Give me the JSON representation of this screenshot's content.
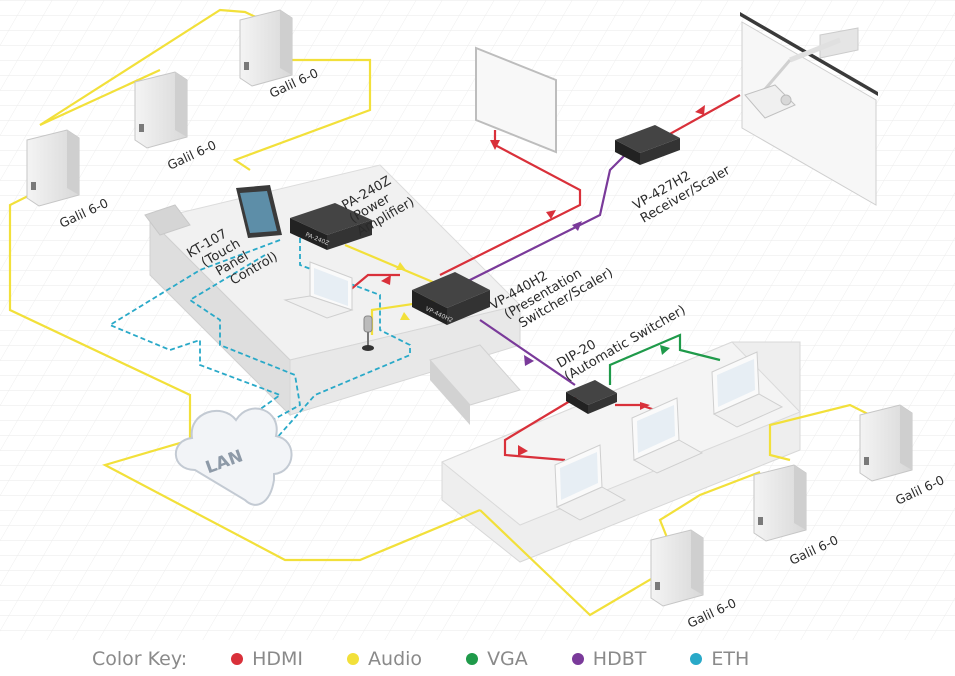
{
  "speakers": {
    "s1": "Galil 6-0",
    "s2": "Galil 6-0",
    "s3": "Galil 6-0",
    "s4": "Galil 6-0",
    "s5": "Galil 6-0",
    "s6": "Galil 6-0"
  },
  "devices": {
    "kt107": [
      "KT-107",
      "(Touch",
      "Panel",
      "Control)"
    ],
    "pa240z": [
      "PA-240Z",
      "(Power",
      "Amplifier)"
    ],
    "vp440": [
      "VP-440H2",
      "(Presentation",
      "Switcher/Scaler)"
    ],
    "vp427": [
      "VP-427H2",
      "Receiver/Scaler"
    ],
    "dip20": [
      "DIP-20",
      "(Automatic Switcher)"
    ],
    "lan": "LAN"
  },
  "device_tags": {
    "pa240z": "PA-240Z",
    "vp440": "VP-440H2"
  },
  "color_key": {
    "title": "Color Key:",
    "items": [
      {
        "label": "HDMI",
        "color": "#d9303a"
      },
      {
        "label": "Audio",
        "color": "#f2e03a"
      },
      {
        "label": "VGA",
        "color": "#1f9a4a"
      },
      {
        "label": "HDBT",
        "color": "#7a3a9a"
      },
      {
        "label": "ETH",
        "color": "#29a9c8"
      }
    ]
  },
  "colors": {
    "hdmi": "#d9303a",
    "audio": "#f2e03a",
    "vga": "#1f9a4a",
    "hdbt": "#7a3a9a",
    "eth": "#29a9c8"
  }
}
